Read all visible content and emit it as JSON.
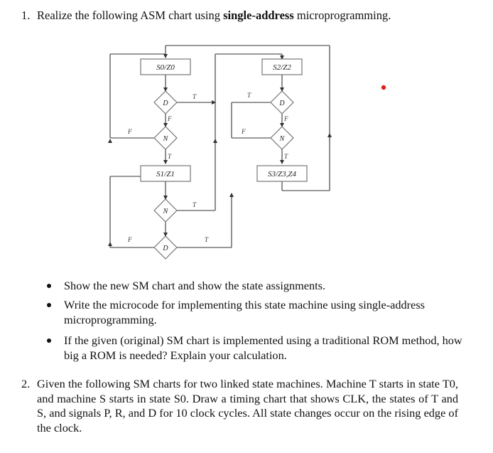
{
  "question1": {
    "number": "1.",
    "text_before": "Realize the following ASM chart using ",
    "text_bold": "single-address",
    "text_after": " microprogramming."
  },
  "chart": {
    "states": [
      "S0/Z0",
      "S2/Z2",
      "S1/Z1",
      "S3/Z3,Z4"
    ],
    "decisions": [
      "D",
      "N",
      "N",
      "D",
      "N",
      "D"
    ],
    "branch_labels": [
      "T",
      "F",
      "T",
      "F",
      "T",
      "T",
      "T",
      "F",
      "F",
      "F",
      "T"
    ],
    "colors": {
      "line": "#333333",
      "box": "#6a6a6a",
      "dot": "#e0201c"
    }
  },
  "bullets": [
    "Show the new SM chart and show the state assignments.",
    "Write the microcode for implementing this state machine using single-address microprogramming.",
    "If the given (original) SM chart is implemented using a traditional ROM method, how big a ROM is needed? Explain your calculation."
  ],
  "question2": {
    "number": "2.",
    "text": "Given the following SM charts for two linked state machines. Machine T starts in state T0, and machine S starts in state S0. Draw a timing chart that shows CLK, the states of T and S, and signals P, R, and D for 10 clock cycles. All state changes occur on the rising edge of the clock."
  }
}
